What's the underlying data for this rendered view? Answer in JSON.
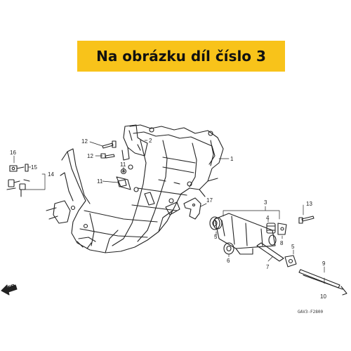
{
  "banner": {
    "text": "Na obrázku díl číslo 3"
  },
  "colors": {
    "banner_bg": "#f8c31a",
    "line": "#222222"
  },
  "callouts": {
    "c1": "1",
    "c2": "2",
    "c3": "3",
    "c4": "4",
    "c5a": "5",
    "c5b": "5",
    "c6": "6",
    "c7": "7",
    "c8": "8",
    "c9": "9",
    "c10": "10",
    "c11a": "11",
    "c11b": "11",
    "c12a": "12",
    "c12b": "12",
    "c13": "13",
    "c14": "14",
    "c15": "15",
    "c16": "16",
    "c17": "17"
  },
  "front_marker": {
    "label": "FR.",
    "icon": "front-arrow-icon"
  },
  "drawing_code": "GAV3-F2800"
}
